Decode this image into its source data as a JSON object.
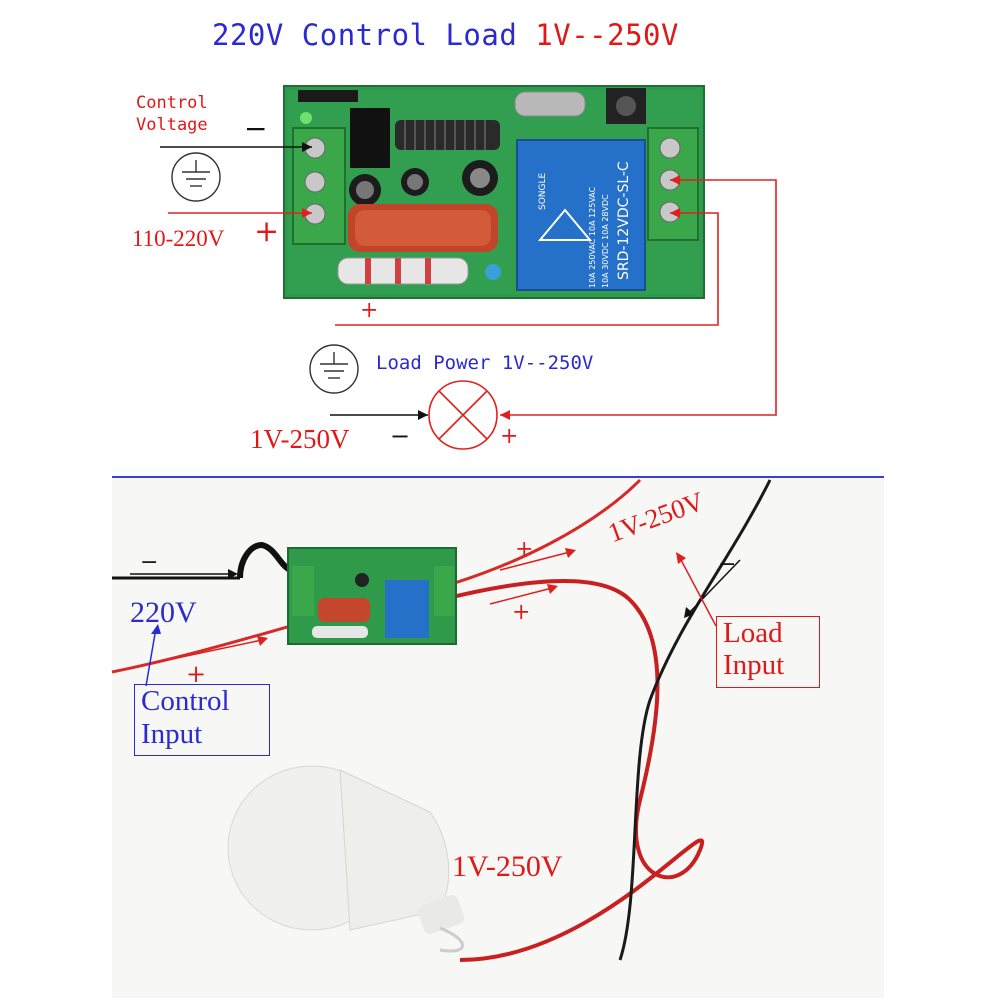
{
  "title": {
    "part1": "220V Control Load ",
    "part2": "1V--250V",
    "color1": "#2a2ad0",
    "color2": "#e01818"
  },
  "top_diagram": {
    "control_voltage": "Control\nVoltage",
    "control_voltage_line1": "Control",
    "control_voltage_line2": "Voltage",
    "minus_control": "−",
    "plus_control": "+",
    "supply_label": "110-220V",
    "plus_load_line": "+",
    "load_power": "Load Power 1V--250V",
    "load_voltage": "1V-250V",
    "minus_lamp": "−",
    "plus_lamp": "+",
    "relay_text": "SRD-12VDC-SL-C",
    "relay_brand": "SONGLE",
    "relay_rating1": "10A 250VAC  10A 125VAC",
    "relay_rating2": "10A 30VDC  10A 28VDC"
  },
  "photo": {
    "minus_control": "−",
    "control_voltage": "220V",
    "plus_control": "+",
    "control_input_line1": "Control",
    "control_input_line2": "Input",
    "plus_load_upper": "+",
    "plus_load_lower": "+",
    "load_voltage": "1V-250V",
    "minus_load": "−",
    "load_input_line1": "Load",
    "load_input_line2": "Input",
    "bulb_voltage": "1V-250V"
  },
  "colors": {
    "red_wire": "#e02020",
    "black_wire": "#111111",
    "pcb_green": "#2f9a4a",
    "terminal_green": "#37a544",
    "blue_text": "#2a2ad0",
    "red_text": "#e01818",
    "divider": "#3c3cd8"
  }
}
